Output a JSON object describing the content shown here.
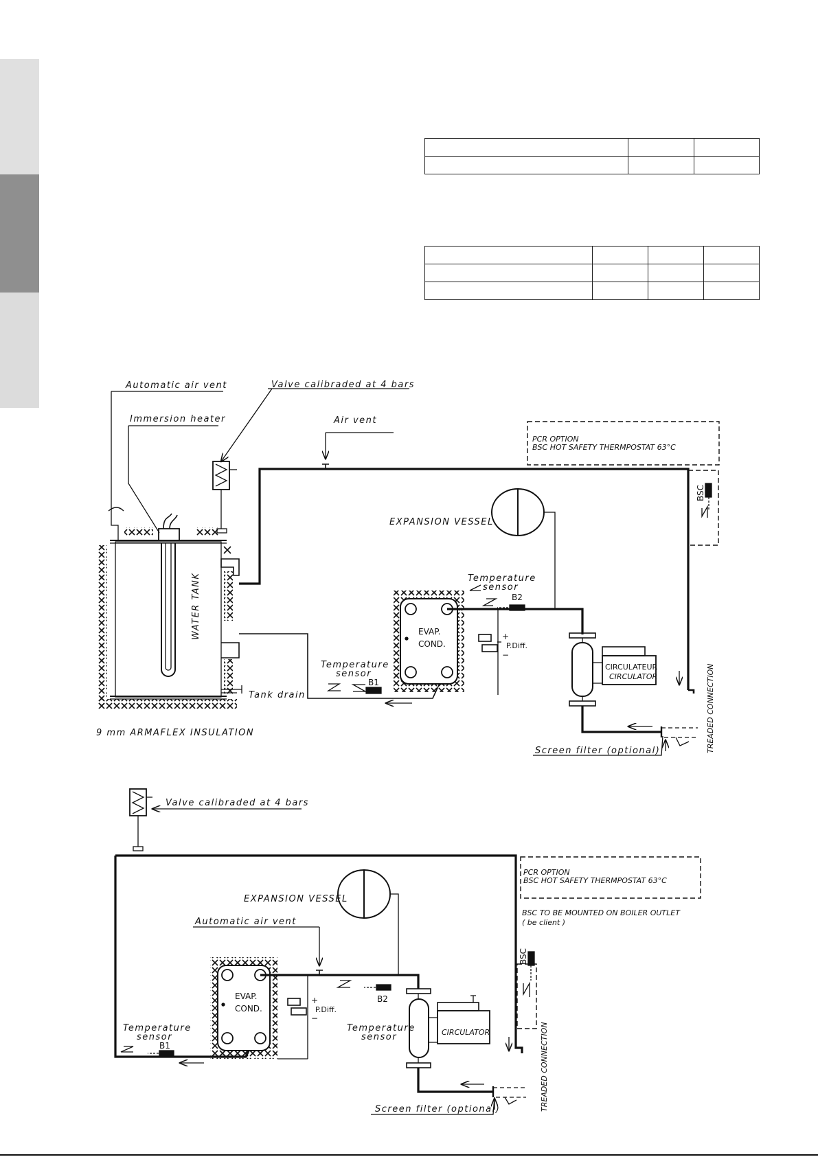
{
  "diagram1": {
    "automatic_air_vent": "Automatic air vent",
    "valve_calibrated": "Valve calibraded at 4 bars",
    "immersion_heater": "Immersion heater",
    "air_vent": "Air vent",
    "pcr_option": "PCR OPTION",
    "bsc_hot_safety": "BSC HOT SAFETY THERMPOSTAT 63°C",
    "bsc": "BSC",
    "expansion_vessel": "EXPANSION VESSEL",
    "water_tank": "WATER TANK",
    "temperature": "Temperature",
    "sensor": "sensor",
    "b1": "B1",
    "b2": "B2",
    "evap": "EVAP.",
    "cond": "COND.",
    "plus": "+",
    "minus": "−",
    "pdiff": "P.Diff.",
    "circulateur": "CIRCULATEUR",
    "circulator": "CIRCULATOR",
    "tank_drain": "Tank drain",
    "treaded_connection": "TREADED CONNECTION",
    "screen_filter": "Screen filter (optional)",
    "insulation": "9 mm ARMAFLEX INSULATION"
  },
  "diagram2": {
    "valve_calibrated": "Valve calibraded at 4 bars",
    "pcr_option": "PCR OPTION",
    "bsc_hot_safety": "BSC HOT SAFETY THERMPOSTAT 63°C",
    "bsc_mount_1": "BSC TO BE MOUNTED ON BOILER OUTLET",
    "bsc_mount_2": "( be client )",
    "bsc": "BSC",
    "expansion_vessel": "EXPANSION VESSEL",
    "automatic_air_vent": "Automatic air vent",
    "evap": "EVAP.",
    "cond": "COND.",
    "plus": "+",
    "minus": "−",
    "pdiff": "P.Diff.",
    "b1": "B1",
    "b2": "B2",
    "temperature": "Temperature",
    "sensor": "sensor",
    "circulator": "CIRCULATOR",
    "treaded_connection": "TREADED CONNECTION",
    "screen_filter": "Screen filter (optional)"
  },
  "colors": {
    "line": "#111111",
    "tab_light": "#e0e0e0",
    "tab_dark": "#8f8f8f"
  }
}
